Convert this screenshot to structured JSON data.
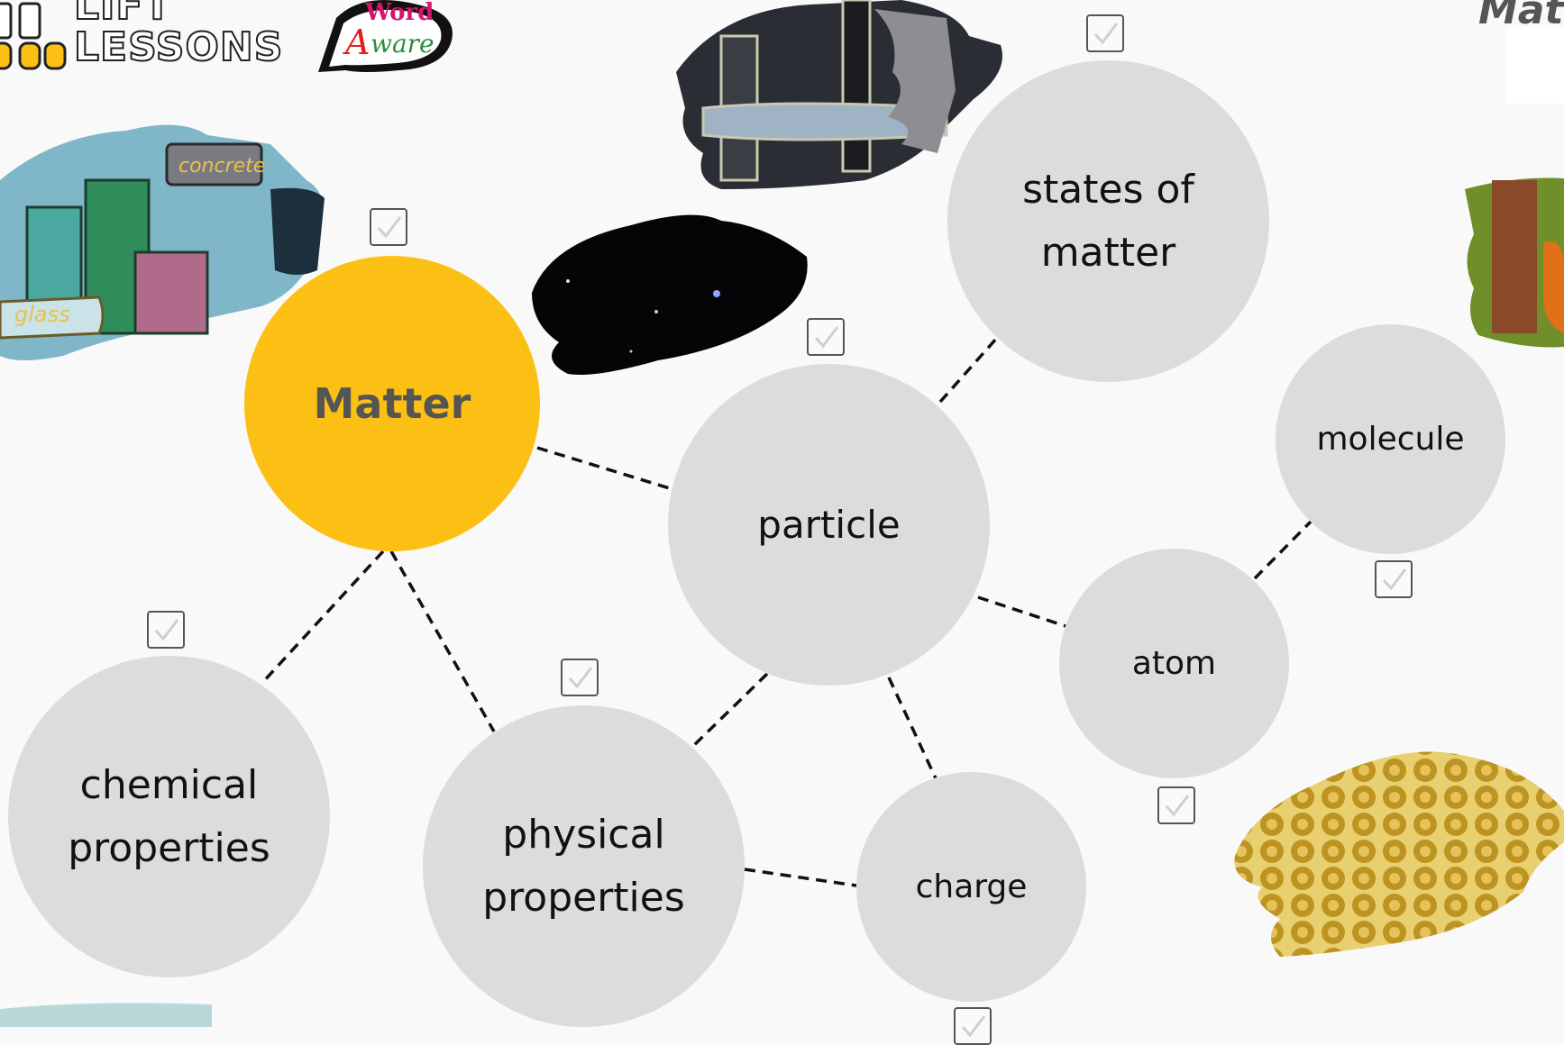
{
  "logos": {
    "lift_lessons": "LIFT LESSONS",
    "word_aware_word": "Word",
    "word_aware_aware": "Aware"
  },
  "corner_title": "Mat",
  "map": {
    "root": "Matter",
    "nodes": {
      "states_of_matter": [
        "states of",
        "matter"
      ],
      "particle": "particle",
      "molecule": "molecule",
      "atom": "atom",
      "chemical_properties": [
        "chemical",
        "properties"
      ],
      "physical_properties": [
        "physical",
        "properties"
      ],
      "charge": "charge"
    }
  },
  "image_labels": {
    "concrete": "concrete",
    "glass": "glass"
  },
  "colors": {
    "root_fill": "#fcc015",
    "node_fill": "#dcdcdc",
    "link": "#111111",
    "background": "#f9f9f9"
  }
}
